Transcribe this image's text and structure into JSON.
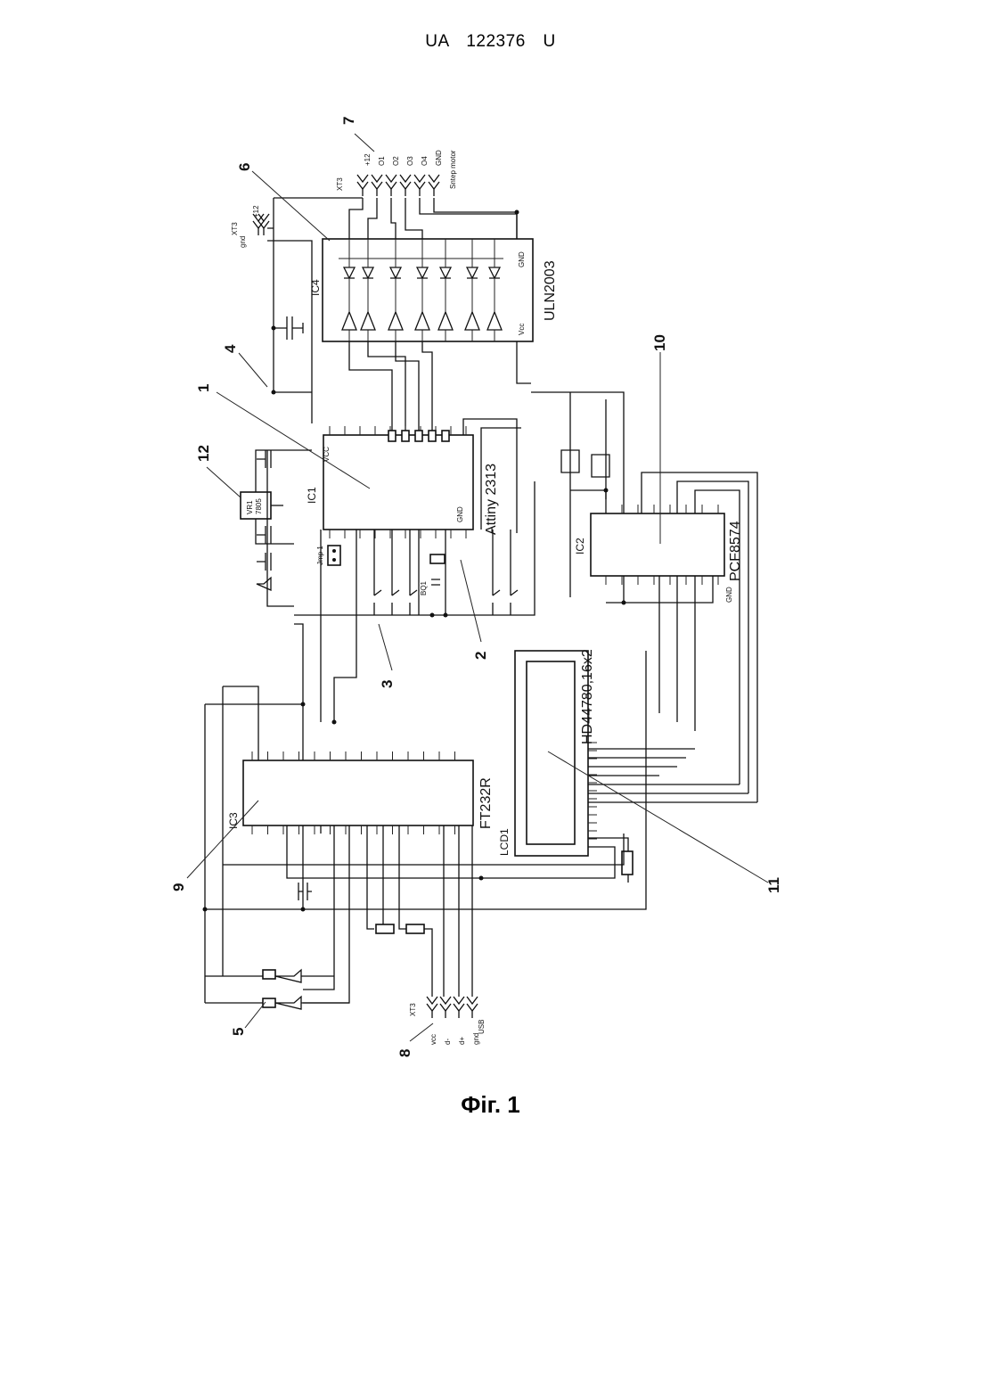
{
  "header": {
    "doc_number": "UA   122376   U"
  },
  "caption": "Фіг. 1",
  "ic1": {
    "ref": "IC1",
    "part": "Attiny 2313",
    "pin_vcc": "VCC",
    "pin_gnd": "GND"
  },
  "ic2": {
    "ref": "IC2",
    "part": "PCF8574",
    "pin_gnd": "GND"
  },
  "ic3": {
    "ref": "IC3",
    "part": "FT232R"
  },
  "ic4": {
    "ref": "IC4",
    "part": "ULN2003",
    "pin_vcc": "Vcc",
    "pin_gnd": "GND"
  },
  "lcd": {
    "ref": "LCD1",
    "part": "HD44780,16x2"
  },
  "xt_motor": {
    "ref": "XT3",
    "label": "Sntep motor",
    "pins": [
      "+12",
      "O1",
      "O2",
      "O3",
      "O4",
      "GND"
    ]
  },
  "xt_power": {
    "ref": "XT3",
    "pins": [
      "+12",
      "gnd"
    ]
  },
  "xt_usb": {
    "ref": "XT3",
    "label": "USB",
    "pins": [
      "vcc",
      "d-",
      "d+",
      "gnd"
    ]
  },
  "vreg": {
    "ref": "VR1",
    "part": "7805"
  },
  "jumper": {
    "ref": "Jmp 1"
  },
  "crystal": {
    "ref": "BQ1"
  },
  "callouts": [
    "1",
    "2",
    "3",
    "4",
    "5",
    "6",
    "7",
    "8",
    "9",
    "10",
    "11",
    "12"
  ]
}
